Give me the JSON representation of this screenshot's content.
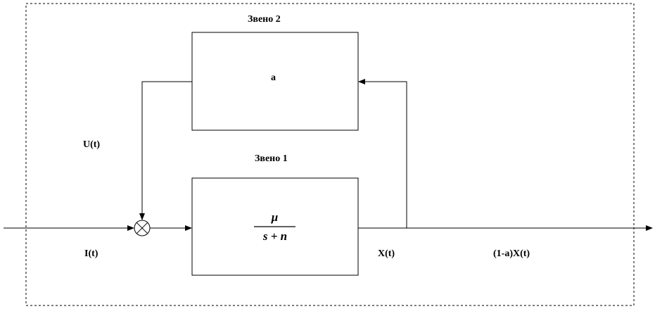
{
  "block2": {
    "title": "Звено 2",
    "content": "a"
  },
  "block1": {
    "title": "Звено 1",
    "numerator": "μ",
    "denominator": "s + n"
  },
  "signals": {
    "feedback": "U(t)",
    "input": "I(t)",
    "block1_output": "X(t)",
    "system_output": "(1-a)X(t)"
  }
}
